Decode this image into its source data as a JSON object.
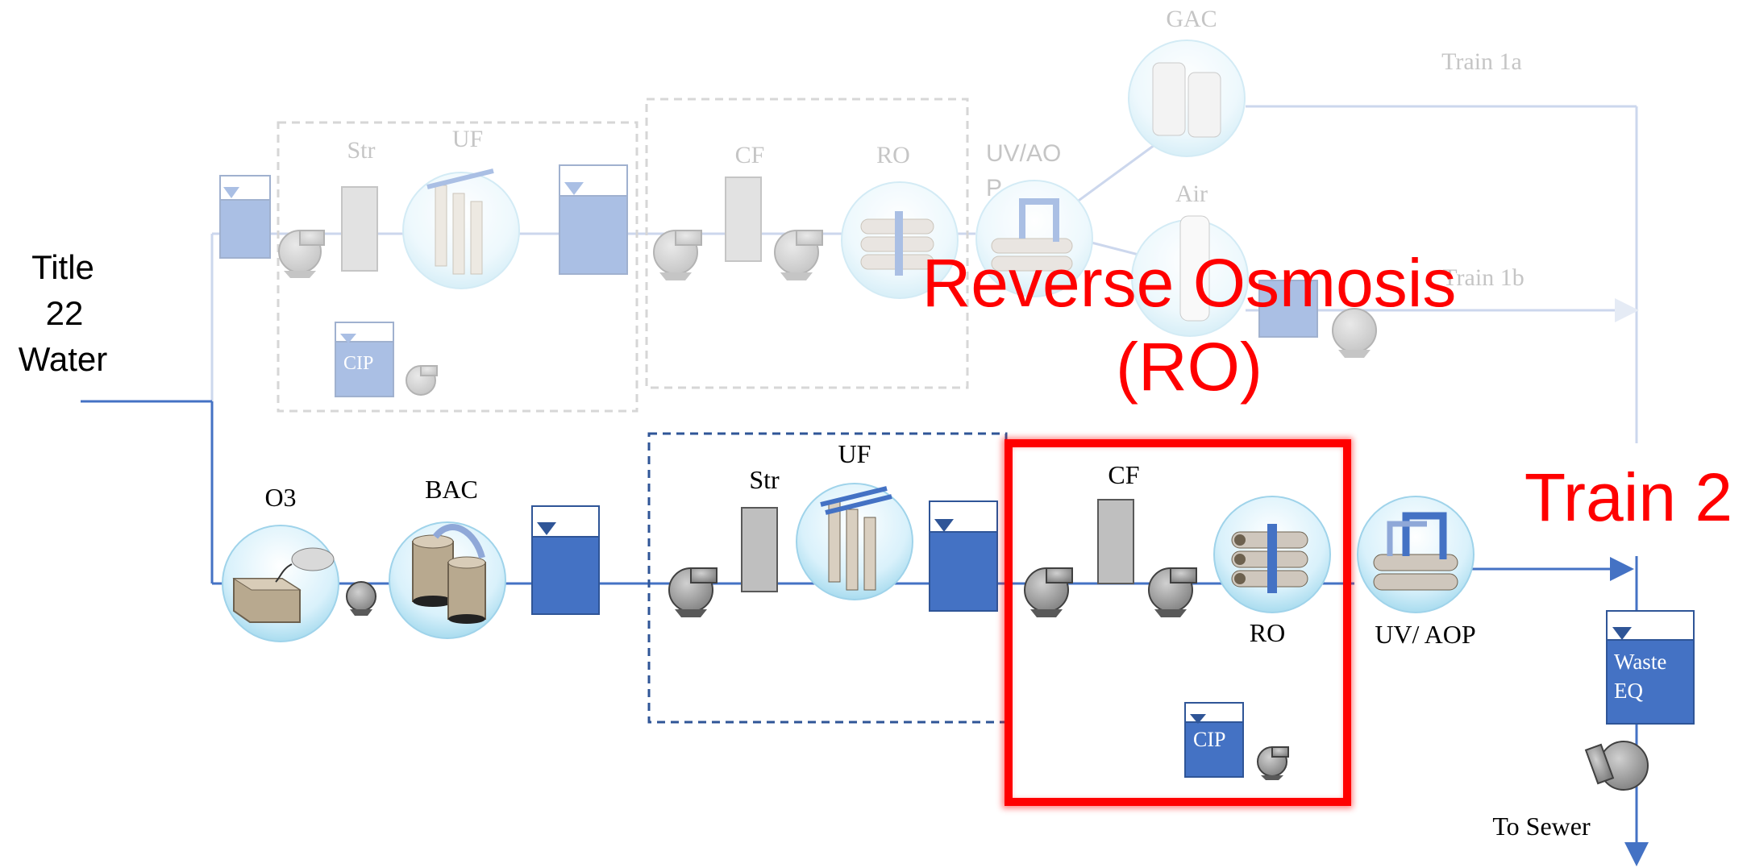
{
  "labels": {
    "title_line1": "Title",
    "title_line2": "22",
    "title_line3": "Water",
    "gac": "GAC",
    "air": "Air",
    "train_1a": "Train 1a",
    "train_1b": "Train 1b",
    "top_str": "Str",
    "top_uf": "UF",
    "top_cf": "CF",
    "top_ro": "RO",
    "top_uvaop_line1": "UV/AO",
    "top_uvaop_line2": "P",
    "top_cip": "CIP",
    "o3": "O3",
    "bac": "BAC",
    "str": "Str",
    "uf": "UF",
    "cf": "CF",
    "ro": "RO",
    "uv_aop": "UV/ AOP",
    "cip": "CIP",
    "waste_line1": "Waste",
    "waste_line2": "EQ",
    "to_sewer": "To Sewer"
  },
  "callouts": {
    "reverse_osmosis_line1": "Reverse Osmosis",
    "reverse_osmosis_line2": "(RO)",
    "train_2": "Train 2"
  },
  "colors": {
    "process_blue": "#4472c4",
    "faded_blue": "#c7d3ea",
    "highlight_red": "#ff0000",
    "equipment_gray": "#a6a6a6"
  }
}
